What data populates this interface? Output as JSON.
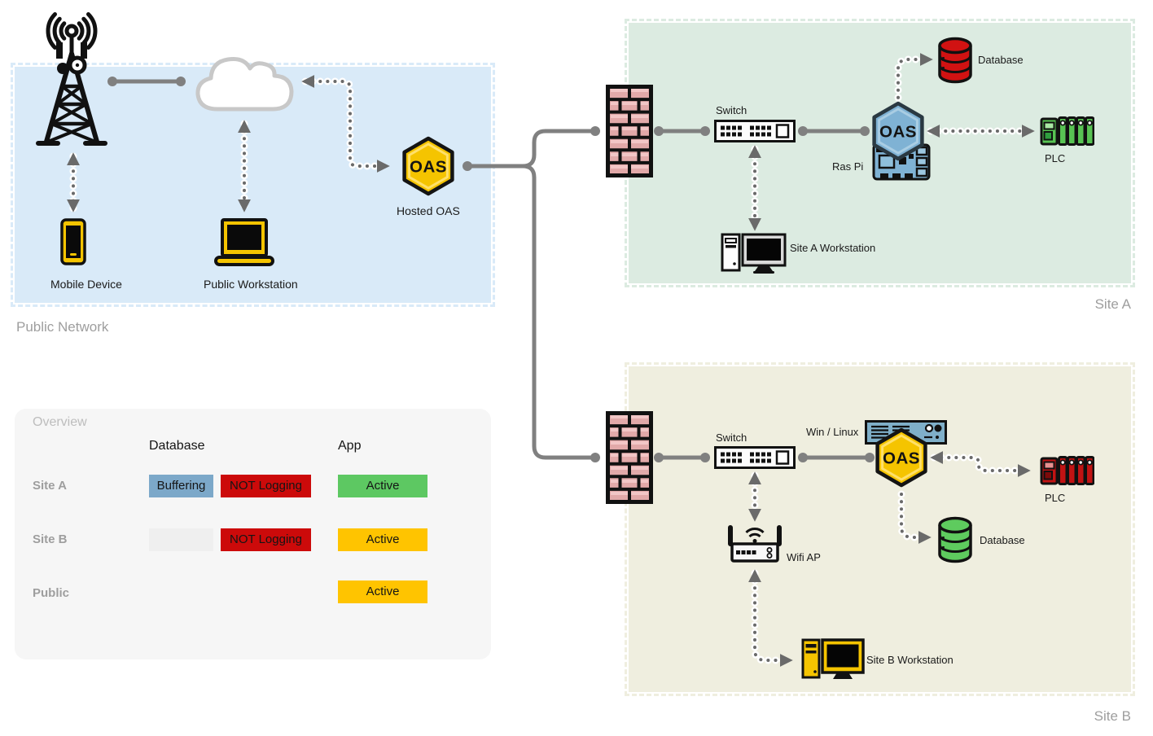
{
  "regions": {
    "public": {
      "label": "Public Network",
      "oas_text": "OAS",
      "hosted_oas_label": "Hosted OAS",
      "mobile_device_label": "Mobile Device",
      "public_workstation_label": "Public Workstation"
    },
    "site_a": {
      "label": "Site A",
      "switch_label": "Switch",
      "ras_pi_label": "Ras Pi",
      "oas_text": "OAS",
      "database_label": "Database",
      "plc_label": "PLC",
      "workstation_label": "Site A Workstation"
    },
    "site_b": {
      "label": "Site B",
      "switch_label": "Switch",
      "win_linux_label": "Win / Linux",
      "oas_text": "OAS",
      "database_label": "Database",
      "plc_label": "PLC",
      "wifi_ap_label": "Wifi AP",
      "workstation_label": "Site B Workstation"
    }
  },
  "overview": {
    "title": "Overview",
    "columns": {
      "database": "Database",
      "app": "App"
    },
    "rows": [
      {
        "label": "Site A",
        "database_status": "Buffering",
        "logging_status": "NOT Logging",
        "app_status": "Active",
        "database_color": "#7CA8C9",
        "logging_color": "#CC0A0A",
        "app_color": "#5DC862"
      },
      {
        "label": "Site B",
        "database_status": "",
        "logging_status": "NOT Logging",
        "app_status": "Active",
        "database_color": "#EFEFEF",
        "logging_color": "#CC0A0A",
        "app_color": "#FFC400"
      },
      {
        "label": "Public",
        "app_status": "Active",
        "app_color": "#FFC400"
      }
    ]
  },
  "colors": {
    "public_region_bg": "#D9EAF8",
    "site_a_region_bg": "#DCEBE1",
    "site_b_region_bg": "#EFEEDF",
    "overview_panel_bg": "#F6F6F6",
    "oas_yellow": "#F5C400",
    "oas_blue": "#7FB2D4",
    "database_red": "#D11212",
    "database_green": "#5ECB5E",
    "plc_green": "#58C353",
    "plc_red": "#C11313",
    "firewall_brick_pink": "#E2A9A9",
    "server_blue": "#7FAFC9",
    "connector_gray": "#808080",
    "region_label_gray": "#9E9E9E"
  }
}
